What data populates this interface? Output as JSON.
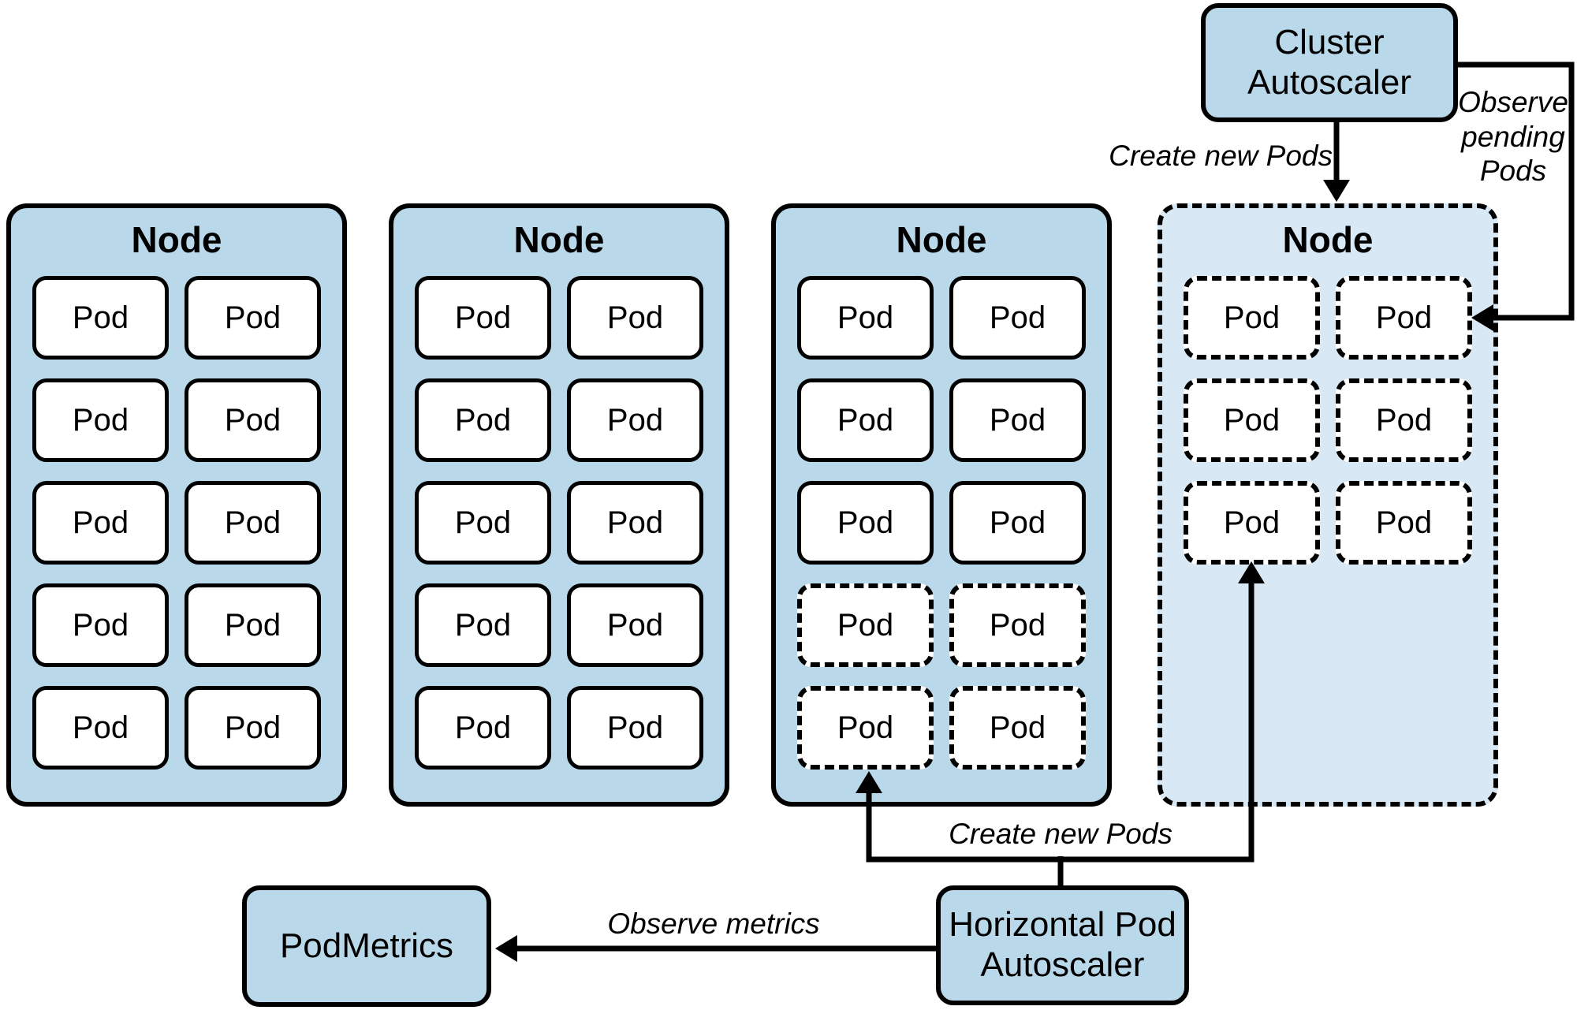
{
  "colors": {
    "node_fill": "#b9d8ea",
    "pending_node_fill": "#d9e8f5",
    "pod_fill": "#ffffff",
    "line": "#000000"
  },
  "nodes": [
    {
      "title": "Node",
      "style": "solid",
      "pods": [
        {
          "label": "Pod",
          "style": "solid"
        },
        {
          "label": "Pod",
          "style": "solid"
        },
        {
          "label": "Pod",
          "style": "solid"
        },
        {
          "label": "Pod",
          "style": "solid"
        },
        {
          "label": "Pod",
          "style": "solid"
        },
        {
          "label": "Pod",
          "style": "solid"
        },
        {
          "label": "Pod",
          "style": "solid"
        },
        {
          "label": "Pod",
          "style": "solid"
        },
        {
          "label": "Pod",
          "style": "solid"
        },
        {
          "label": "Pod",
          "style": "solid"
        }
      ]
    },
    {
      "title": "Node",
      "style": "solid",
      "pods": [
        {
          "label": "Pod",
          "style": "solid"
        },
        {
          "label": "Pod",
          "style": "solid"
        },
        {
          "label": "Pod",
          "style": "solid"
        },
        {
          "label": "Pod",
          "style": "solid"
        },
        {
          "label": "Pod",
          "style": "solid"
        },
        {
          "label": "Pod",
          "style": "solid"
        },
        {
          "label": "Pod",
          "style": "solid"
        },
        {
          "label": "Pod",
          "style": "solid"
        },
        {
          "label": "Pod",
          "style": "solid"
        },
        {
          "label": "Pod",
          "style": "solid"
        }
      ]
    },
    {
      "title": "Node",
      "style": "solid",
      "pods": [
        {
          "label": "Pod",
          "style": "solid"
        },
        {
          "label": "Pod",
          "style": "solid"
        },
        {
          "label": "Pod",
          "style": "solid"
        },
        {
          "label": "Pod",
          "style": "solid"
        },
        {
          "label": "Pod",
          "style": "solid"
        },
        {
          "label": "Pod",
          "style": "solid"
        },
        {
          "label": "Pod",
          "style": "dashed"
        },
        {
          "label": "Pod",
          "style": "dashed"
        },
        {
          "label": "Pod",
          "style": "dashed"
        },
        {
          "label": "Pod",
          "style": "dashed"
        }
      ]
    },
    {
      "title": "Node",
      "style": "dashed",
      "pods": [
        {
          "label": "Pod",
          "style": "dashed"
        },
        {
          "label": "Pod",
          "style": "dashed"
        },
        {
          "label": "Pod",
          "style": "dashed"
        },
        {
          "label": "Pod",
          "style": "dashed"
        },
        {
          "label": "Pod",
          "style": "dashed"
        },
        {
          "label": "Pod",
          "style": "dashed"
        }
      ]
    }
  ],
  "boxes": {
    "cluster_autoscaler": {
      "label": "Cluster Autoscaler"
    },
    "pod_metrics": {
      "label": "PodMetrics"
    },
    "horizontal_pod_autoscaler": {
      "label": "Horizontal Pod Autoscaler"
    }
  },
  "labels": {
    "create_new_pods_top": "Create new Pods",
    "observe_pending_pods": "Observe pending Pods",
    "create_new_pods_bottom": "Create new Pods",
    "observe_metrics": "Observe metrics"
  }
}
